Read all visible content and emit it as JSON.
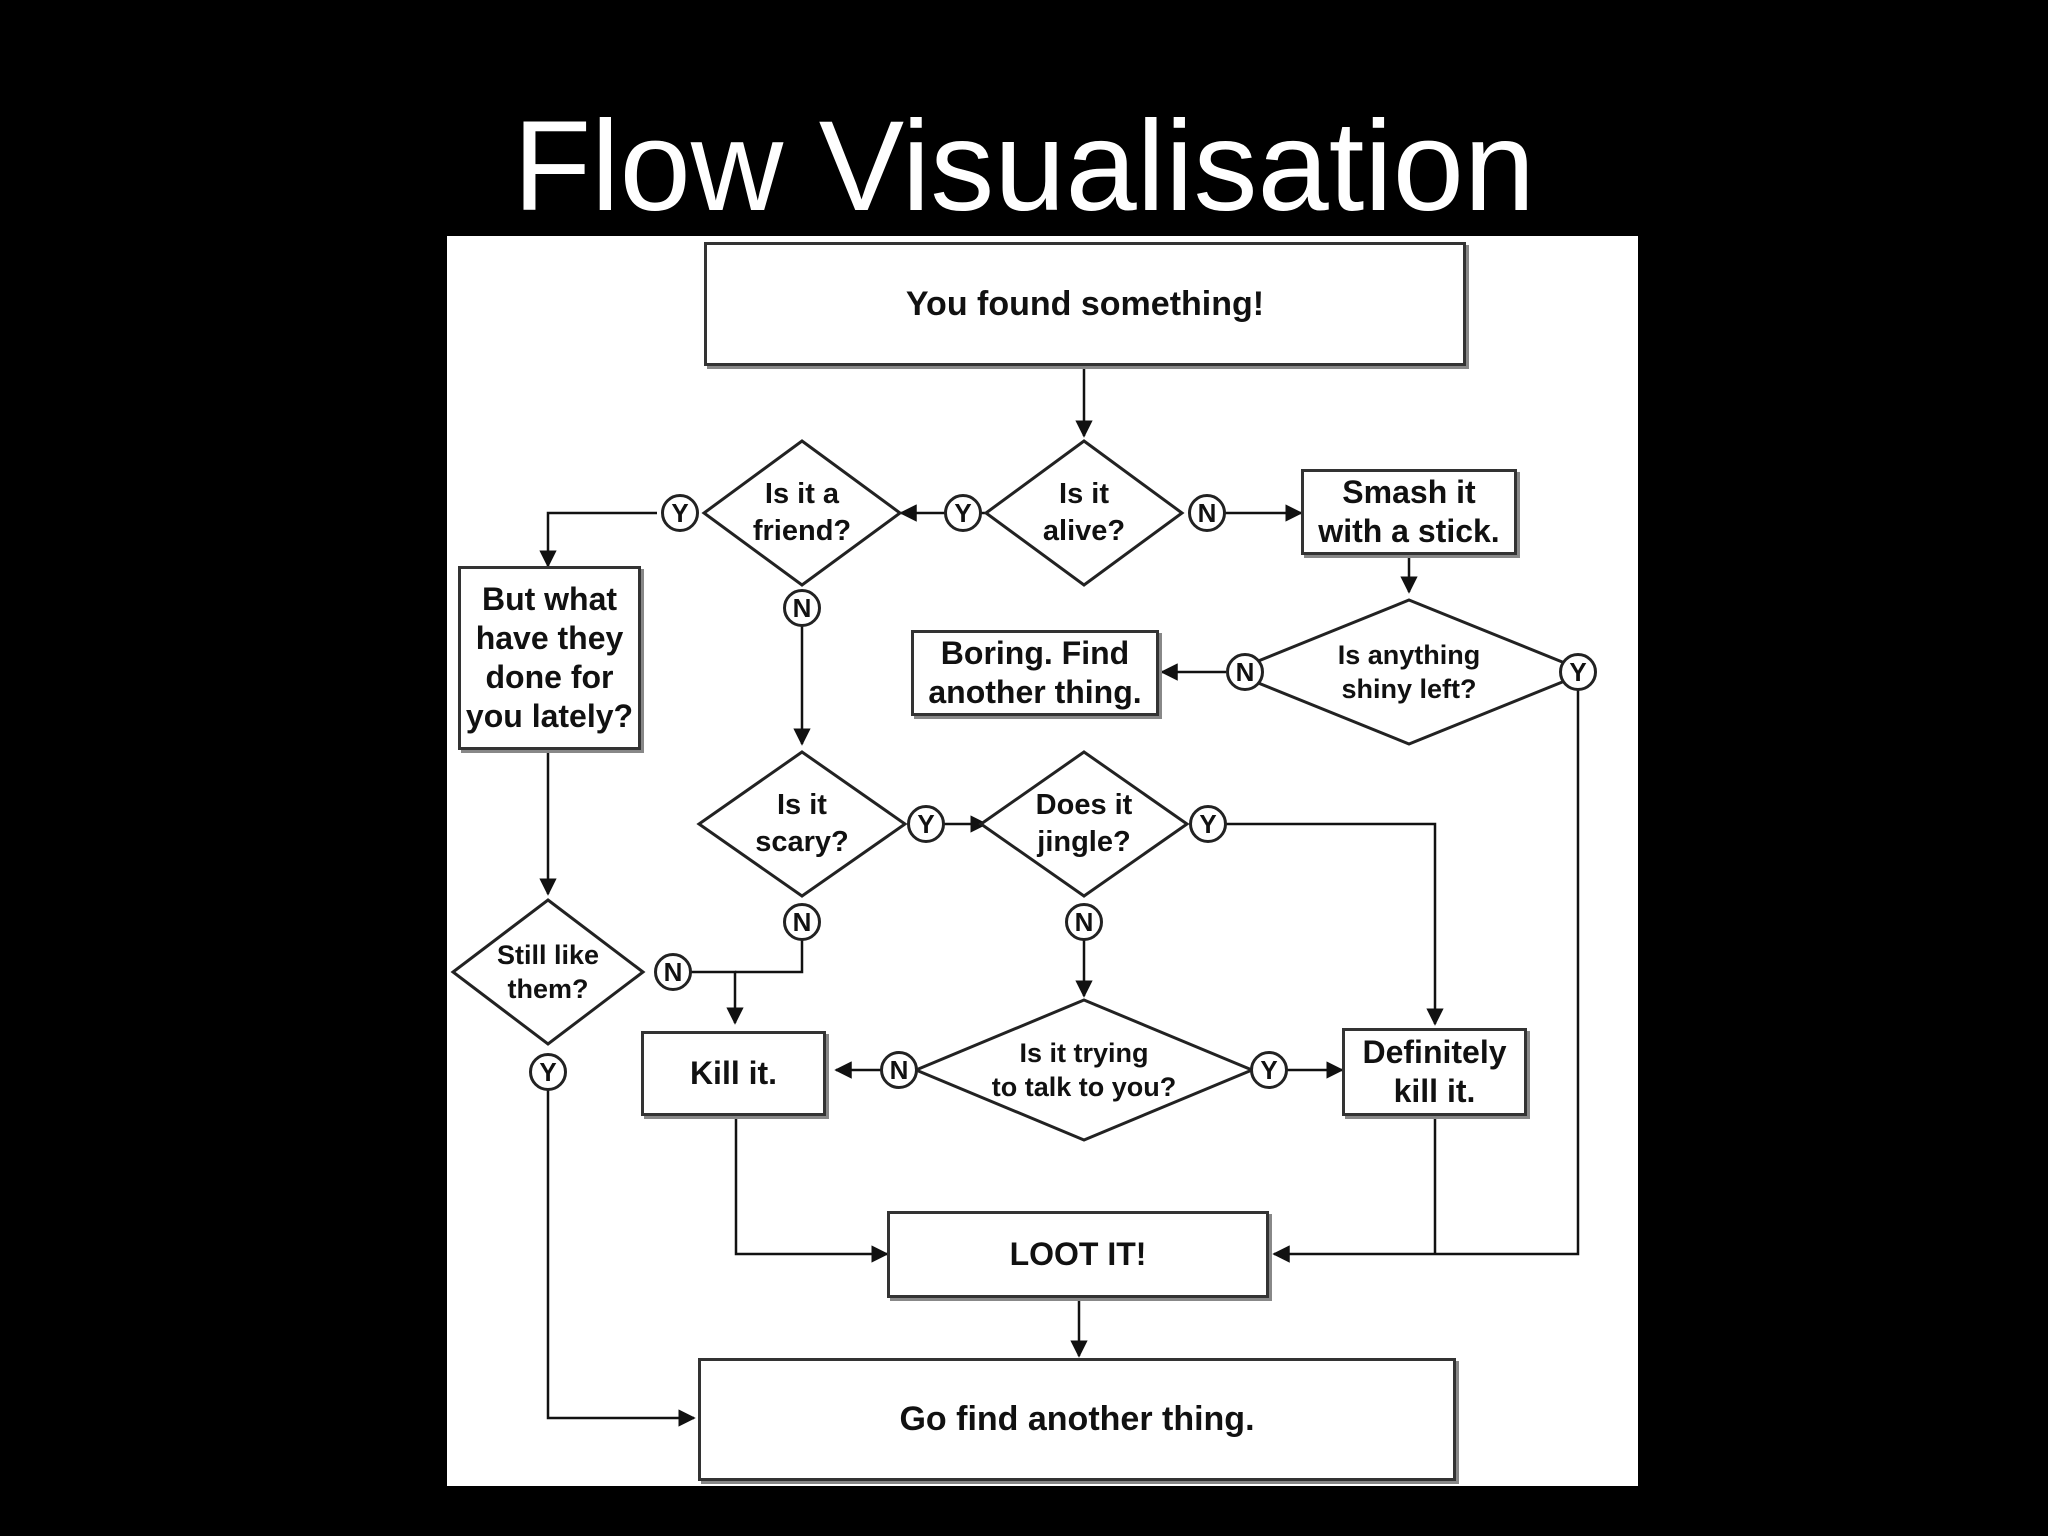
{
  "title": "Flow Visualisation",
  "nodes": {
    "start": "You found something!",
    "is_alive": "Is it\nalive?",
    "is_friend": "Is it a\nfriend?",
    "smash": "Smash it\nwith a stick.",
    "shiny_left": "Is anything\nshiny left?",
    "boring": "Boring. Find\nanother thing.",
    "done_lately": "But what\nhave they\ndone for\nyou lately?",
    "is_scary": "Is it\nscary?",
    "jingle": "Does it\njingle?",
    "still_like": "Still like\nthem?",
    "kill": "Kill it.",
    "trying_talk": "Is it trying\nto talk to you?",
    "definitely_kill": "Definitely\nkill it.",
    "loot": "LOOT  IT!",
    "go_find": "Go find another thing."
  },
  "labels": {
    "yes": "Y",
    "no": "N"
  }
}
